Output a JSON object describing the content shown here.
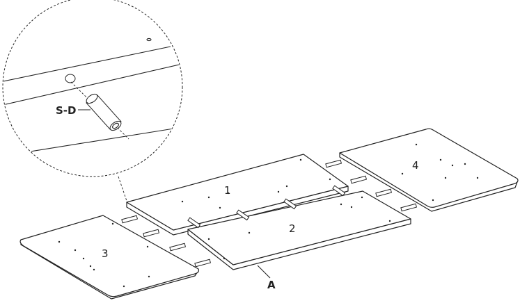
{
  "labels": {
    "panel_1": "1",
    "panel_2": "2",
    "panel_3": "3",
    "panel_4": "4",
    "edge_a": "A",
    "dowel": "S-D"
  }
}
